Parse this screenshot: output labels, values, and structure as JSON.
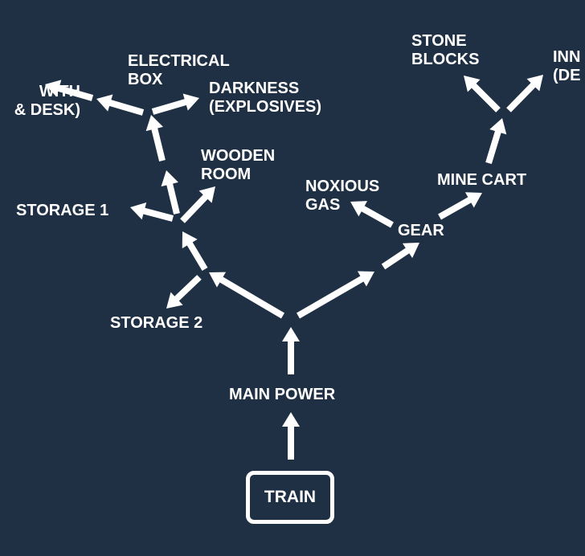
{
  "diagram": {
    "background": "#1f3045",
    "foreground": "#ffffff",
    "nodes": {
      "train": "TRAIN",
      "main_power": "MAIN POWER",
      "storage_2": "STORAGE 2",
      "storage_1": "STORAGE 1",
      "wooden_room": "WOODEN\nROOM",
      "electrical_box": "ELECTRICAL\nBOX",
      "darkness": "DARKNESS\n(EXPLOSIVES)",
      "with_desk": "WITH\n& DESK)",
      "noxious_gas": "NOXIOUS\nGAS",
      "gear": "GEAR",
      "mine_cart": "MINE CART",
      "stone_blocks": "STONE\nBLOCKS",
      "inner": "INN\n(DE"
    }
  }
}
